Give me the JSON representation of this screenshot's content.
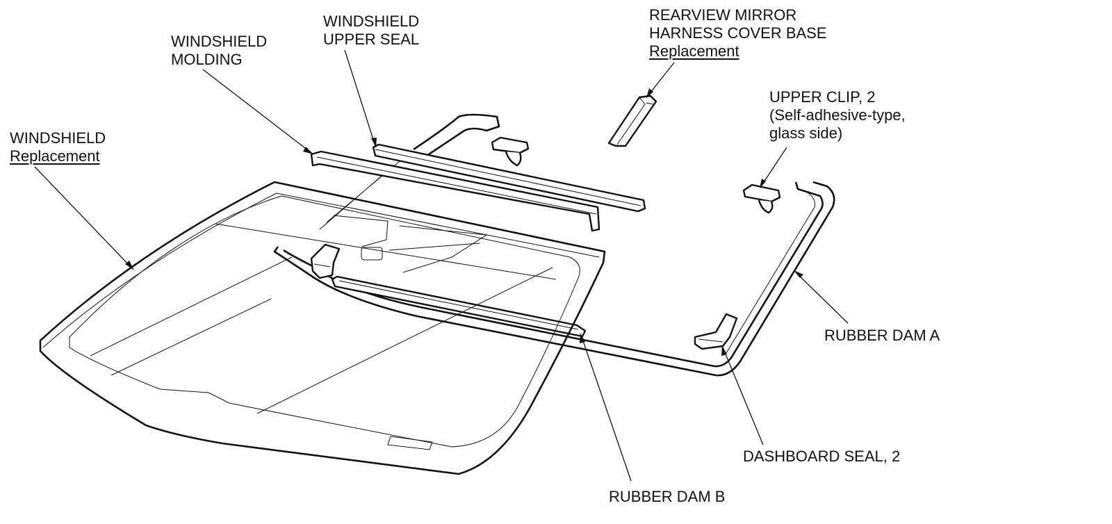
{
  "labels": {
    "windshield": {
      "line1": "WINDSHIELD",
      "line2": "Replacement"
    },
    "windshield_molding": {
      "line1": "WINDSHIELD",
      "line2": "MOLDING"
    },
    "windshield_upper_seal": {
      "line1": "WINDSHIELD",
      "line2": "UPPER SEAL"
    },
    "rearview_mirror_cover": {
      "line1": "REARVIEW MIRROR",
      "line2": "HARNESS COVER BASE",
      "line3": "Replacement"
    },
    "upper_clip": {
      "line1": "UPPER CLIP, 2",
      "line2": "(Self-adhesive-type,",
      "line3": "glass side)"
    },
    "rubber_dam_a": "RUBBER DAM A",
    "dashboard_seal": "DASHBOARD SEAL, 2",
    "rubber_dam_b": "RUBBER DAM B"
  },
  "colors": {
    "line": "#111111",
    "background": "#ffffff"
  }
}
